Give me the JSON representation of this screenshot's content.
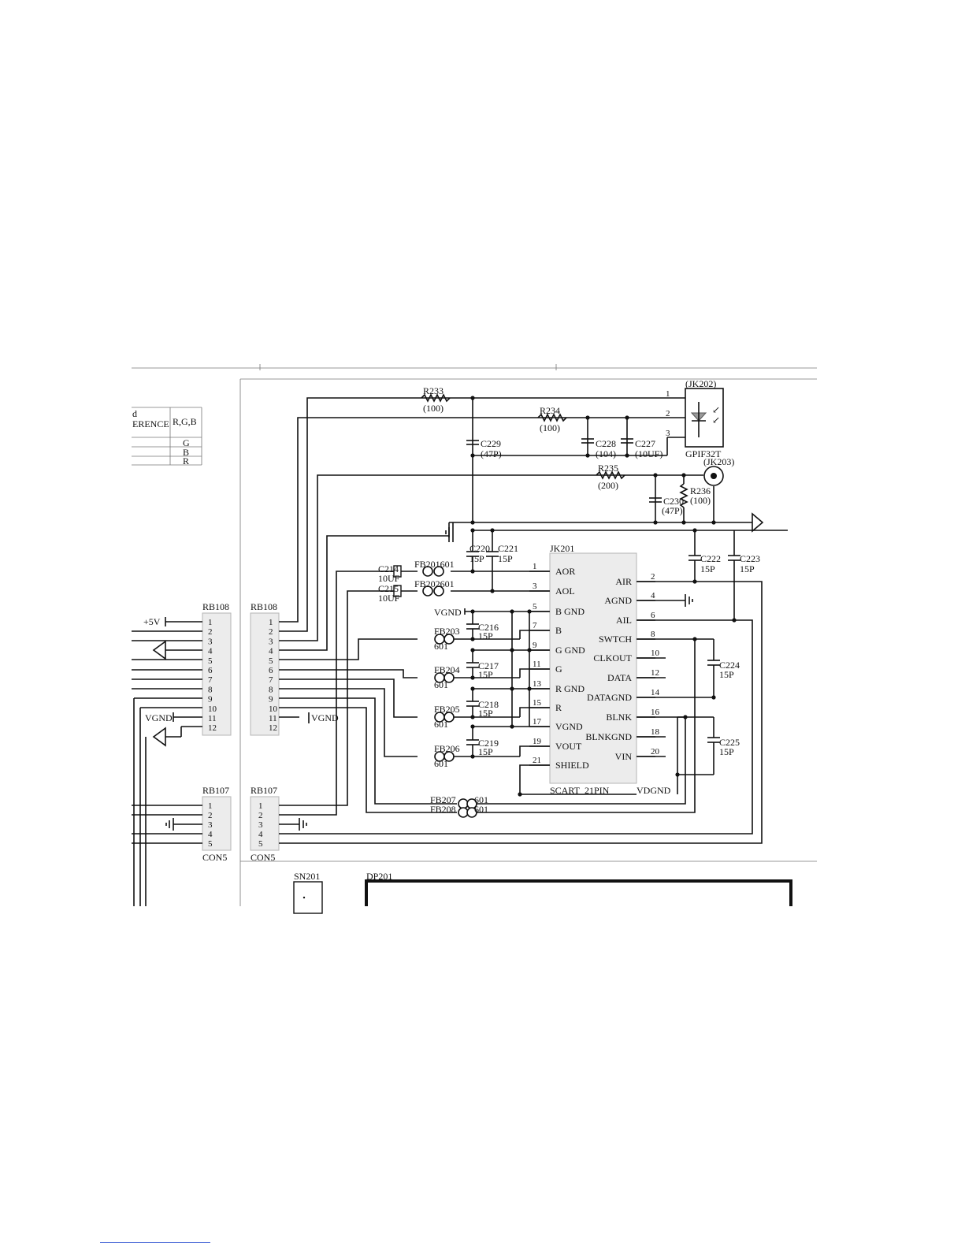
{
  "legend": {
    "frag1": "d",
    "frag2": "ERENCE",
    "header": "R,G,B",
    "rows": [
      "G",
      "B",
      "R"
    ]
  },
  "power": {
    "v5": "+5V",
    "vgnd": "VGND",
    "vgnd2": "VGND"
  },
  "connectors": {
    "rb108a": {
      "name": "RB108",
      "pins": [
        "1",
        "2",
        "3",
        "4",
        "5",
        "6",
        "7",
        "8",
        "9",
        "10",
        "11",
        "12"
      ]
    },
    "rb108b": {
      "name": "RB108",
      "pins": [
        "1",
        "2",
        "3",
        "4",
        "5",
        "6",
        "7",
        "8",
        "9",
        "10",
        "11",
        "12"
      ]
    },
    "rb107a": {
      "name": "RB107",
      "type": "CON5",
      "pins": [
        "1",
        "2",
        "3",
        "4",
        "5"
      ]
    },
    "rb107b": {
      "name": "RB107",
      "type": "CON5",
      "pins": [
        "1",
        "2",
        "3",
        "4",
        "5"
      ]
    }
  },
  "parts": {
    "r233": {
      "ref": "R233",
      "val": "(100)"
    },
    "r234": {
      "ref": "R234",
      "val": "(100)"
    },
    "r235": {
      "ref": "R235",
      "val": "(200)"
    },
    "r236": {
      "ref": "R236",
      "val": "(100)"
    },
    "c227": {
      "ref": "C227",
      "val": "(10UF)"
    },
    "c228": {
      "ref": "C228",
      "val": "(104)"
    },
    "c229": {
      "ref": "C229",
      "val": "(47P)"
    },
    "c230": {
      "ref": "C230",
      "val": "(47P)"
    },
    "c214": {
      "ref": "C214",
      "val": "10UF"
    },
    "c215": {
      "ref": "C215",
      "val": "10UF"
    },
    "c216": {
      "ref": "C216",
      "val": "15P"
    },
    "c217": {
      "ref": "C217",
      "val": "15P"
    },
    "c218": {
      "ref": "C218",
      "val": "15P"
    },
    "c219": {
      "ref": "C219",
      "val": "15P"
    },
    "c220": {
      "ref": "C220",
      "val": "15P"
    },
    "c221": {
      "ref": "C221",
      "val": "15P"
    },
    "c222": {
      "ref": "C222",
      "val": "15P"
    },
    "c223": {
      "ref": "C223",
      "val": "15P"
    },
    "c224": {
      "ref": "C224",
      "val": "15P"
    },
    "c225": {
      "ref": "C225",
      "val": "15P"
    },
    "fb201": "FB201601",
    "fb202": "FB202601",
    "fb203": {
      "ref": "FB203",
      "val": "601"
    },
    "fb204": {
      "ref": "FB204",
      "val": "601"
    },
    "fb205": {
      "ref": "FB205",
      "val": "601"
    },
    "fb206": {
      "ref": "FB206",
      "val": "601"
    },
    "fb207": {
      "ref": "FB207",
      "val": "601"
    },
    "fb208": {
      "ref": "FB208",
      "val": "601"
    }
  },
  "jk202": {
    "ref": "(JK202)",
    "part": "GPIF32T",
    "pins": [
      "1",
      "2",
      "3"
    ]
  },
  "jk203": {
    "ref": "(JK203)"
  },
  "jk201": {
    "ref": "JK201",
    "type": "SCART_21PIN",
    "vdgnd": "VDGND",
    "left_pins": [
      {
        "num": "1",
        "name": "AOR"
      },
      {
        "num": "3",
        "name": "AOL"
      },
      {
        "num": "5",
        "name": "B GND"
      },
      {
        "num": "7",
        "name": "B"
      },
      {
        "num": "9",
        "name": "G GND"
      },
      {
        "num": "11",
        "name": "G"
      },
      {
        "num": "13",
        "name": "R GND"
      },
      {
        "num": "15",
        "name": "R"
      },
      {
        "num": "17",
        "name": "VGND"
      },
      {
        "num": "19",
        "name": "VOUT"
      },
      {
        "num": "21",
        "name": "SHIELD"
      }
    ],
    "right_pins": [
      {
        "num": "2",
        "name": "AIR"
      },
      {
        "num": "4",
        "name": "AGND"
      },
      {
        "num": "6",
        "name": "AIL"
      },
      {
        "num": "8",
        "name": "SWTCH"
      },
      {
        "num": "10",
        "name": "CLKOUT"
      },
      {
        "num": "12",
        "name": "DATA"
      },
      {
        "num": "14",
        "name": "DATAGND"
      },
      {
        "num": "16",
        "name": "BLNK"
      },
      {
        "num": "18",
        "name": "BLNKGND"
      },
      {
        "num": "20",
        "name": "VIN"
      }
    ]
  },
  "sn201": "SN201",
  "dp201": "DP201"
}
